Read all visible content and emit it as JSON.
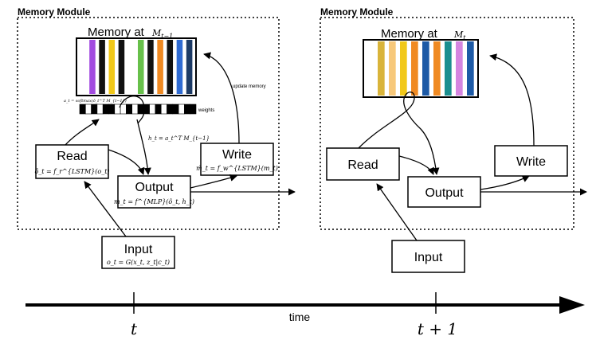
{
  "left_panel": {
    "module_title": "Memory Module",
    "memory_label": "Memory at",
    "memory_symbol": "M",
    "memory_subscript": "t−1",
    "attention_formula": "a_t = softmax(ô_t^T M_{t−1})",
    "weights_label": "weights",
    "read_formula": "h_t = a_t^T M_{t−1}",
    "update_label": "update memory",
    "read_box": {
      "title": "Read",
      "formula": "ô_t = f_r^{LSTM}(o_t)"
    },
    "write_box": {
      "title": "Write",
      "formula": "ṁ_t = f_w^{LSTM}(m_t)"
    },
    "output_box": {
      "title": "Output",
      "formula": "m_t = f^{MLP}(ô_t, h_t)"
    },
    "input_box": {
      "title": "Input",
      "formula": "o_t = G(x_t, z_t|c_t)"
    },
    "memory_slot_colors": [
      "#ffffff",
      "#a24be0",
      "#111111",
      "#f1c819",
      "#111111",
      "#ffffff",
      "#67c04a",
      "#111111",
      "#f08a22",
      "#111111",
      "#2f6bd3",
      "#1d3b66"
    ],
    "weight_pattern": [
      1,
      0,
      1,
      0,
      1,
      1,
      0,
      0,
      1,
      0,
      1,
      1,
      0,
      1,
      0,
      1,
      1,
      0,
      1,
      1
    ]
  },
  "right_panel": {
    "module_title": "Memory Module",
    "memory_label": "Memory at",
    "memory_symbol": "M",
    "memory_subscript": "t",
    "read_box": {
      "title": "Read"
    },
    "write_box": {
      "title": "Write"
    },
    "output_box": {
      "title": "Output"
    },
    "input_box": {
      "title": "Input"
    },
    "memory_slot_colors": [
      "#ffffff",
      "#d9b43a",
      "#f7c87a",
      "#f1c819",
      "#f08a22",
      "#1d5aa6",
      "#f08a22",
      "#1b8f8f",
      "#d585e0",
      "#1d5aa6"
    ]
  },
  "timeline": {
    "label": "time",
    "tick_t": "t",
    "tick_t1": "t + 1"
  }
}
